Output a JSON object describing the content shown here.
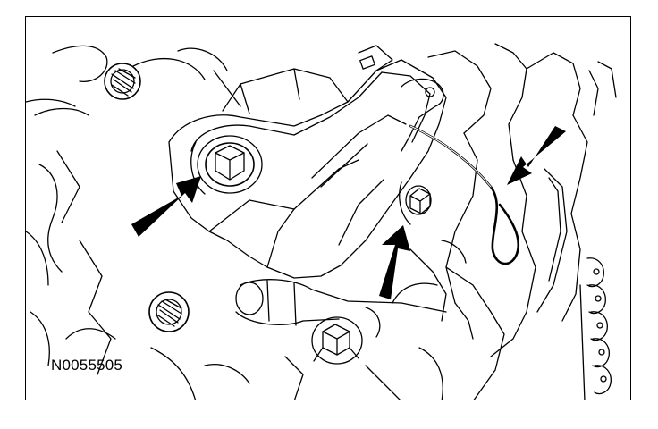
{
  "figure": {
    "reference_code": "N0055505"
  },
  "callouts": [
    {
      "name": "left-bolt-arrow",
      "icon": "arrow-icon"
    },
    {
      "name": "center-bolt-arrow",
      "icon": "arrow-icon"
    },
    {
      "name": "wire-clip-arrow",
      "icon": "arrow-icon"
    }
  ],
  "colors": {
    "line": "#000000",
    "background": "#ffffff"
  }
}
